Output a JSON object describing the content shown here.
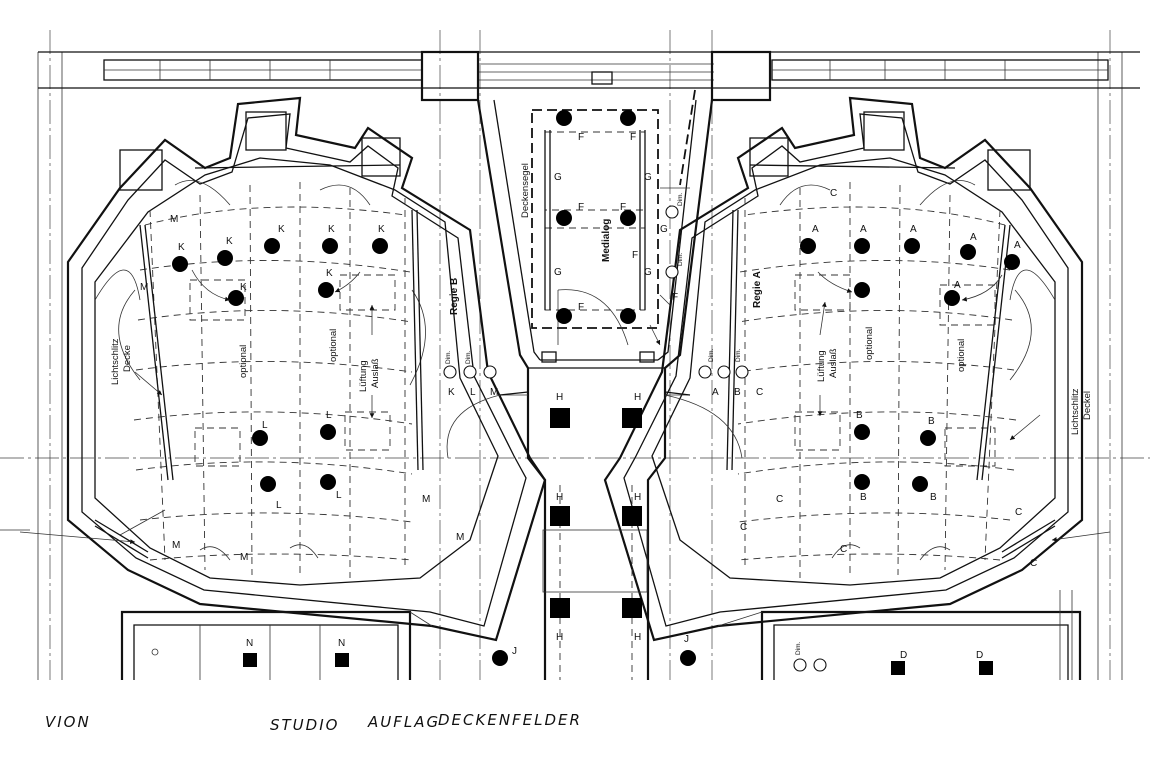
{
  "rooms": {
    "regie_b": "Regie B",
    "regie_a": "Regie A",
    "medialog": "Medialog",
    "deckensegel": "Deckensegel"
  },
  "notes": {
    "optional": "optional",
    "lueftung_1": "Lüftung",
    "lueftung_2": "Auslaß",
    "lichtschlitz_left_1": "Lichtschlitz",
    "lichtschlitz_left_2": "Decke",
    "lichtschlitz_right_1": "Lichtschlitz",
    "lichtschlitz_right_2": "Deckel",
    "dim": "Dim."
  },
  "handwriting": {
    "left": "VION",
    "title_1": "STUDIO",
    "title_2": "AUFLAG",
    "title_3": "DECKENFELDER"
  },
  "fixture_labels": {
    "A": "A",
    "B": "B",
    "C": "C",
    "F": "F",
    "G": "G",
    "H": "H",
    "J": "J",
    "K": "K",
    "L": "L",
    "M": "M",
    "N": "N",
    "D": "D"
  }
}
